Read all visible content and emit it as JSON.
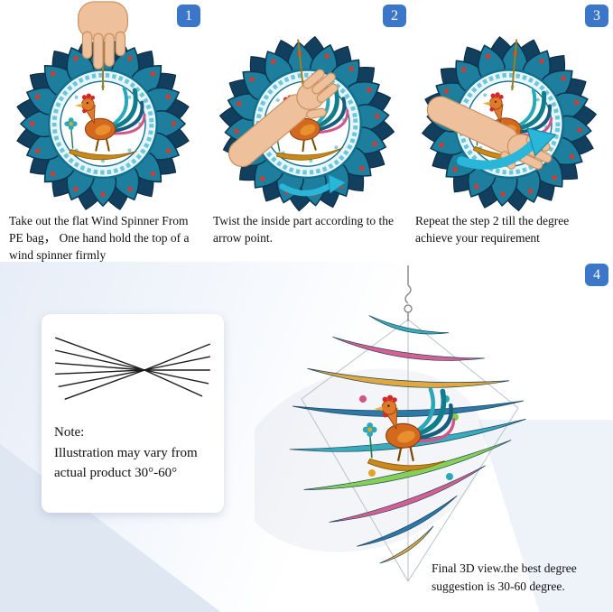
{
  "steps": [
    {
      "number": "1",
      "caption": "Take out the flat Wind Spinner From PE bag， One hand hold the top of a wind spinner firmly"
    },
    {
      "number": "2",
      "caption": "Twist the inside part according to the arrow point."
    },
    {
      "number": "3",
      "caption": "Repeat the step 2 till the degree achieve your requirement"
    }
  ],
  "note": {
    "title": "Note:",
    "body": "Illustration may vary from actual product 30°-60°"
  },
  "final_step": {
    "number": "4",
    "caption": "Final 3D view.the best degree suggestion is 30-60 degree."
  },
  "colors": {
    "badge_blue": "#3c76c8",
    "spinner_teal": "#1d7e9e",
    "spinner_navy": "#123f5e",
    "ring_light_blue": "#6cc7dd",
    "accent_red": "#d33b2f",
    "rooster_orange": "#d2691e",
    "arrow_cyan": "#29b6d8",
    "band_pink": "#d4548a",
    "band_gold": "#e0a32e",
    "band_green": "#7ecf49",
    "band_blue": "#1d6fa0"
  }
}
